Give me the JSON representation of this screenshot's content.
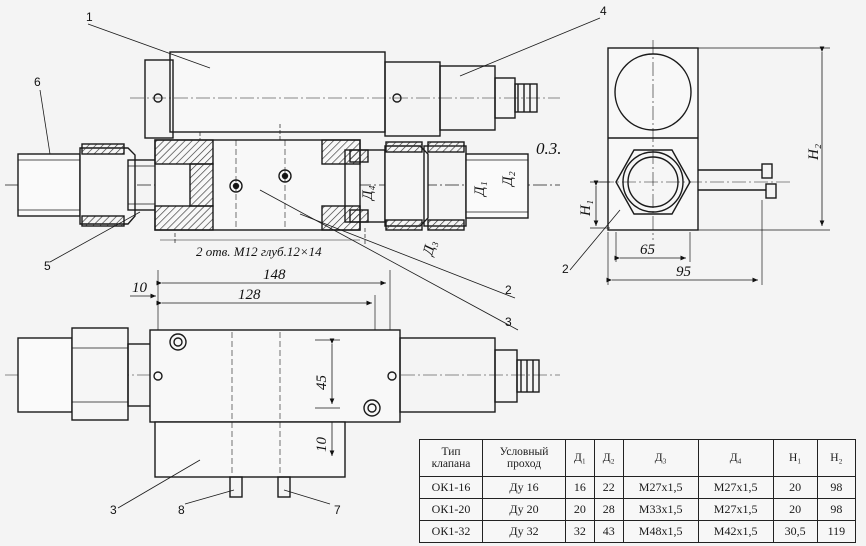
{
  "callouts": {
    "c1": "1",
    "c2a": "2",
    "c2b": "2",
    "c3a": "3",
    "c3b": "3",
    "c4": "4",
    "c5": "5",
    "c6": "6",
    "c7": "7",
    "c8": "8"
  },
  "dimensions": {
    "d148": "148",
    "d128": "128",
    "d10a": "10",
    "d45": "45",
    "d10b": "10",
    "d65": "65",
    "d95": "95",
    "h1": "H₁",
    "h2": "H₂",
    "dd4": "Д₄",
    "dd1": "Д₁",
    "dd2": "Д₂",
    "dd3": "Д₃"
  },
  "notes": {
    "holes": "2 отв. M12 глуб.12×14",
    "section": "0.3."
  },
  "table": {
    "headers": [
      "Тип клапана",
      "Условный проход",
      "Д₁",
      "Д₂",
      "Д₃",
      "Д₄",
      "H₁",
      "H₂"
    ],
    "rows": [
      [
        "ОК1-16",
        "Ду 16",
        "16",
        "22",
        "M27x1,5",
        "M27x1,5",
        "20",
        "98"
      ],
      [
        "ОК1-20",
        "Ду 20",
        "20",
        "28",
        "M33x1,5",
        "M27x1,5",
        "20",
        "98"
      ],
      [
        "ОК1-32",
        "Ду 32",
        "32",
        "43",
        "M48x1,5",
        "M42x1,5",
        "30,5",
        "119"
      ]
    ]
  }
}
